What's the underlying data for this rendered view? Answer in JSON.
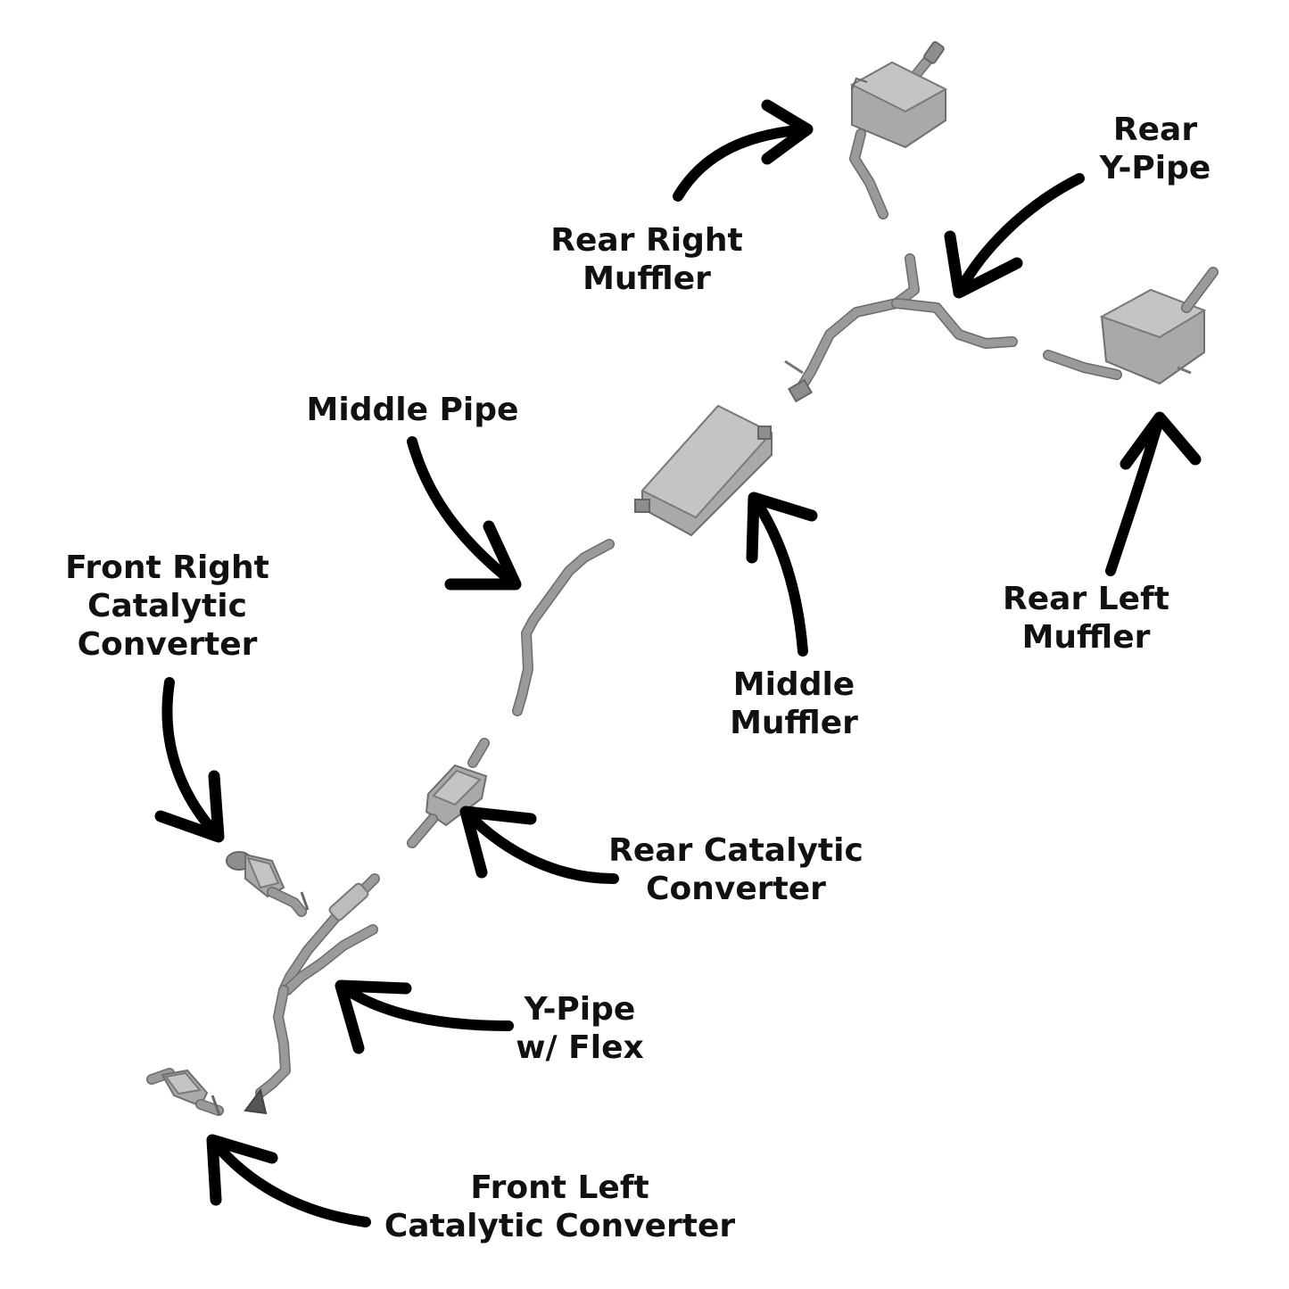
{
  "labels": {
    "rear_right_muffler": [
      "Rear Right",
      "Muffler"
    ],
    "rear_y_pipe": [
      "Rear",
      "Y-Pipe"
    ],
    "middle_pipe": [
      "Middle Pipe"
    ],
    "rear_left_muffler": [
      "Rear Left",
      "Muffler"
    ],
    "front_right_cat": [
      "Front Right",
      "Catalytic",
      "Converter"
    ],
    "middle_muffler": [
      "Middle",
      "Muffler"
    ],
    "rear_cat": [
      "Rear Catalytic",
      "Converter"
    ],
    "y_pipe_flex": [
      "Y-Pipe",
      "w/ Flex"
    ],
    "front_left_cat": [
      "Front Left",
      "Catalytic Converter"
    ]
  },
  "colors": {
    "background": "#ffffff",
    "text": "#111111",
    "arrow": "#000000",
    "part_body": "#a9a9a9",
    "part_outline": "#6e6e6e"
  }
}
